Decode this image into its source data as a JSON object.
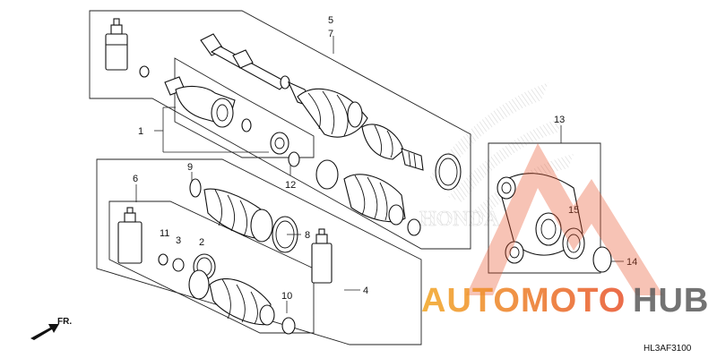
{
  "callouts": {
    "c1": "1",
    "c2": "2",
    "c3": "3",
    "c4": "4",
    "c5": "5",
    "c6": "6",
    "c7": "7",
    "c8": "8",
    "c9": "9",
    "c10": "10",
    "c11": "11",
    "c12": "12",
    "c13": "13",
    "c14": "14",
    "c15": "15"
  },
  "direction_label": "FR.",
  "diagram_code": "HL3AF3100",
  "watermark": {
    "text_auto": "AUTOMOTO",
    "text_hub": "HUB",
    "color_primary": "#e8522b",
    "color_secondary": "#f2a623",
    "color_hub": "#5b5b5b"
  },
  "colors": {
    "line": "#111111",
    "background": "#ffffff",
    "logo_hatch": "#b8b8b8"
  }
}
